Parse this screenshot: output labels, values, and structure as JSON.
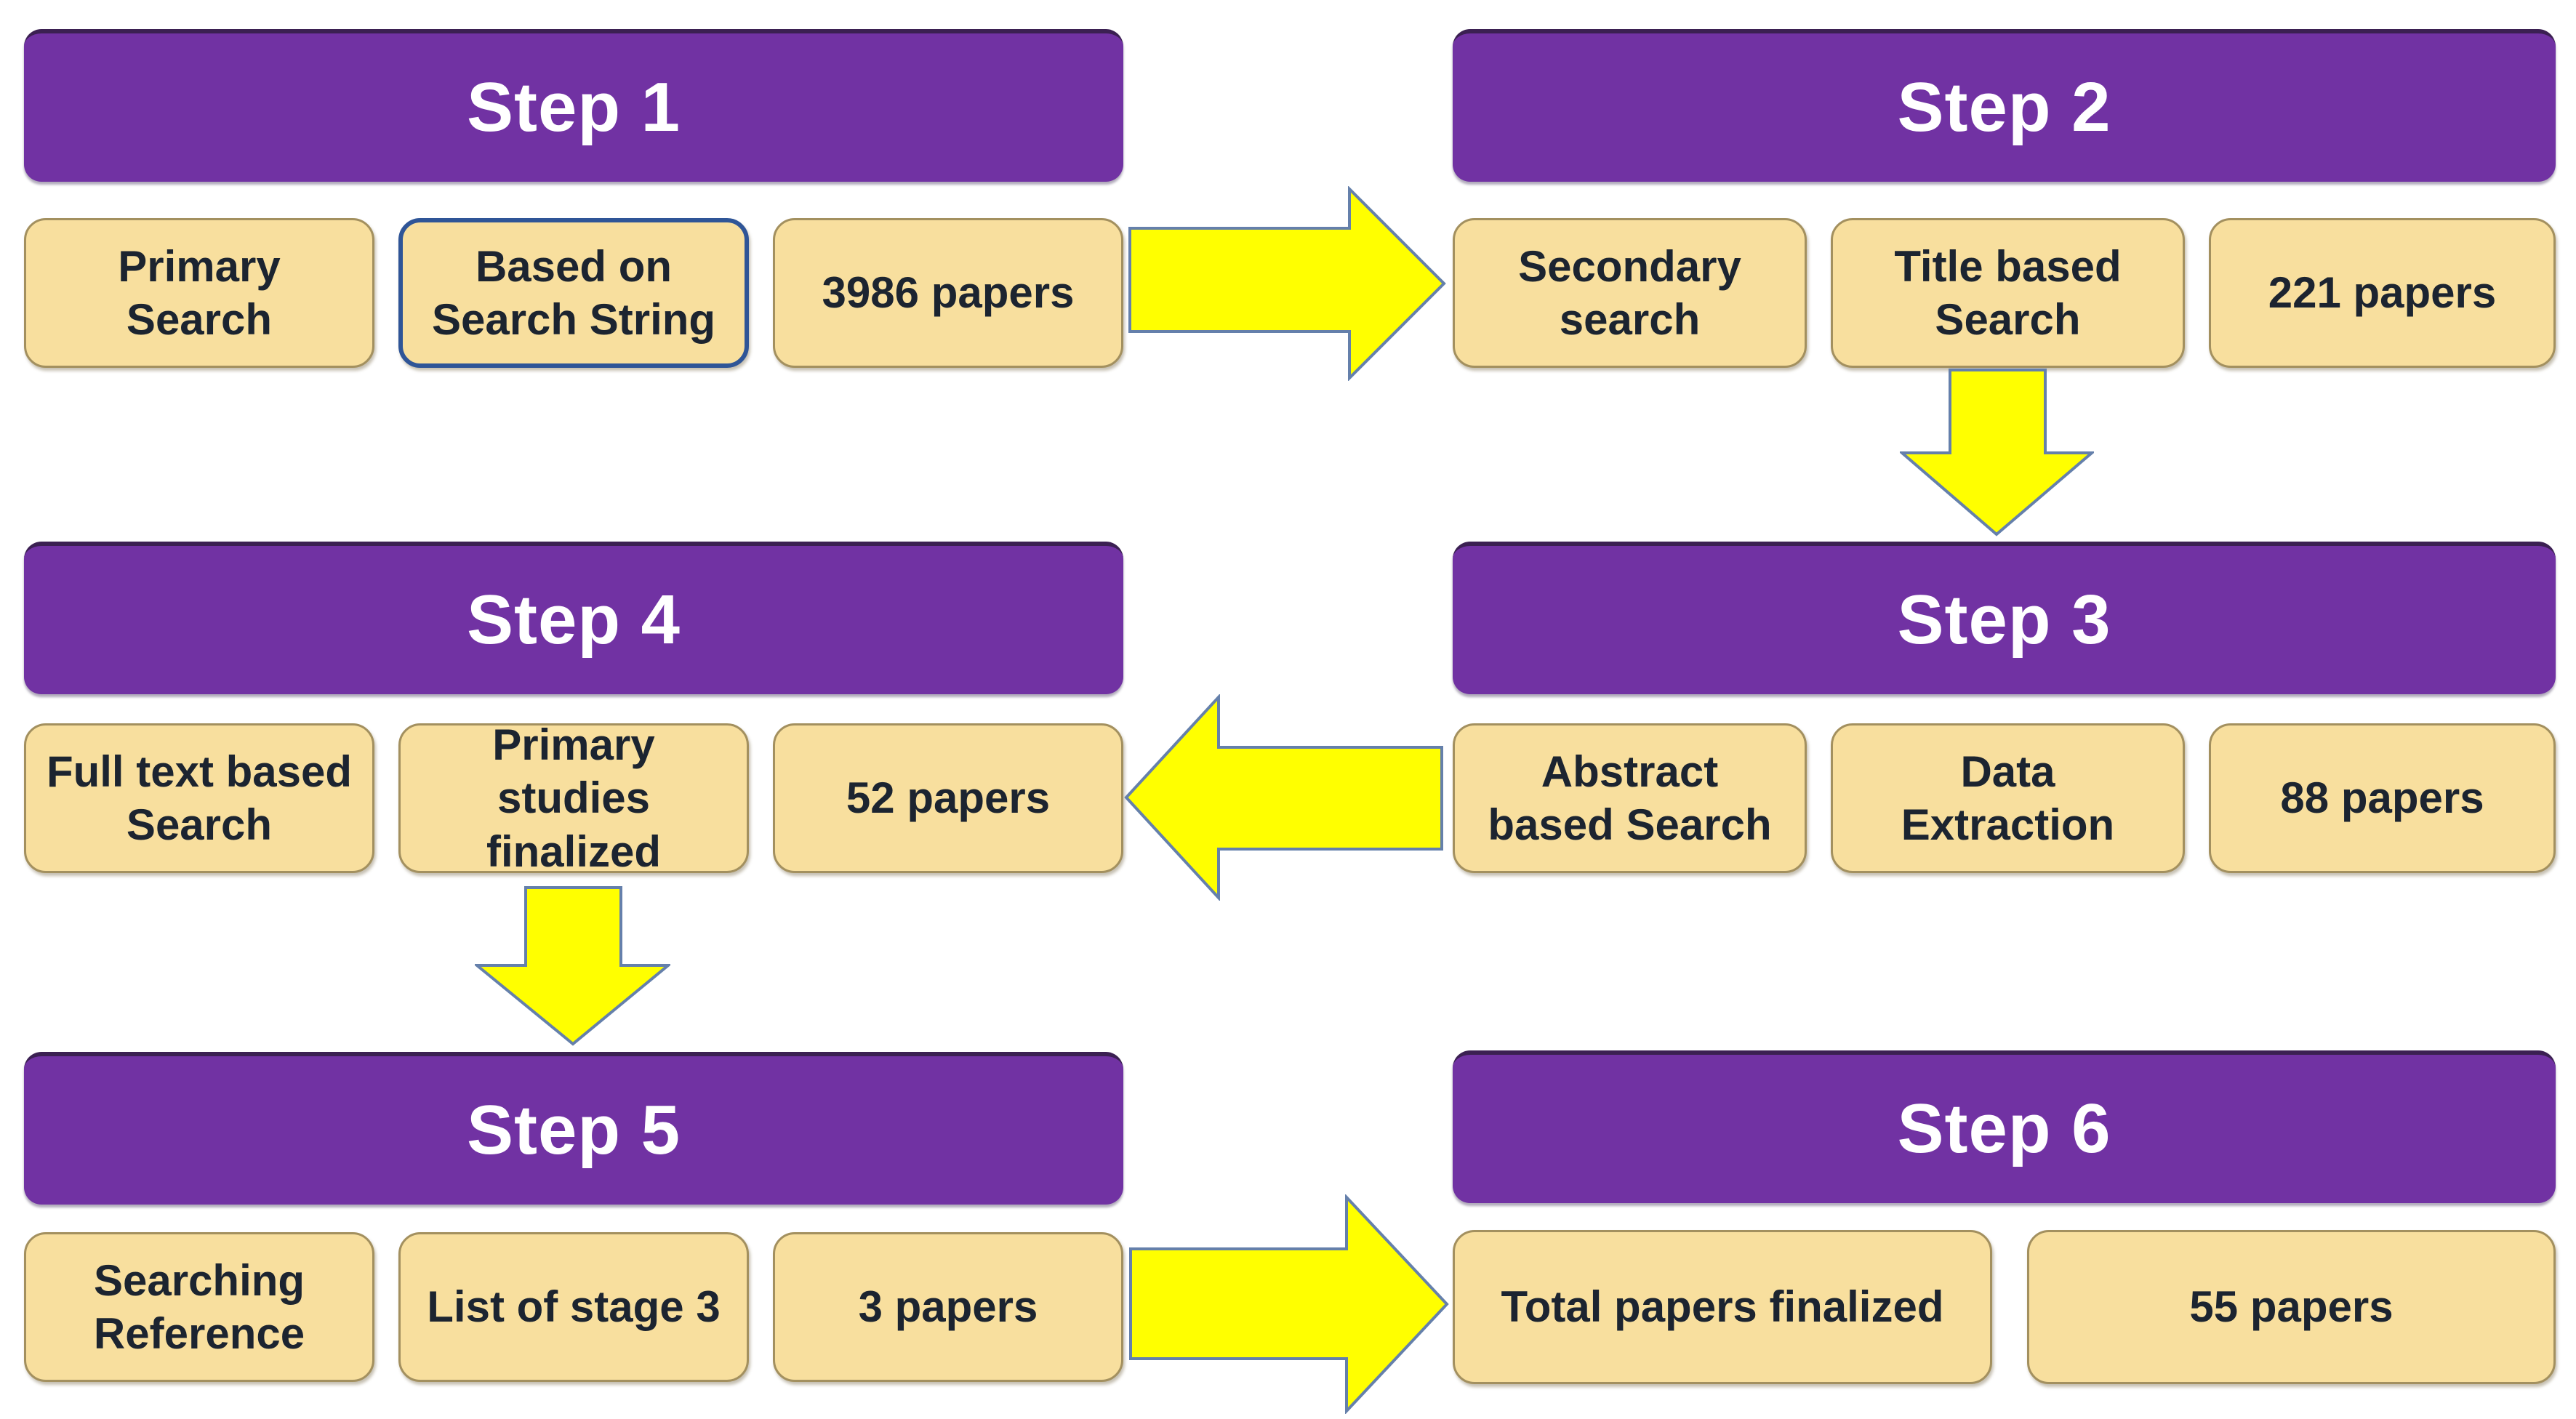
{
  "colors": {
    "step_header_bg": "#7132A3",
    "step_header_text": "#FFFFFF",
    "box_bg": "#F8DF9E",
    "box_border": "#A3905F",
    "box_text": "#1C2430",
    "highlight_border": "#2F5597",
    "arrow_fill": "#FFFF00",
    "arrow_outline": "#6580AB"
  },
  "steps": [
    {
      "title": "Step 1",
      "boxes": [
        {
          "label": "Primary\nSearch"
        },
        {
          "label": "Based on\nSearch String",
          "highlighted": true
        },
        {
          "label": "3986 papers"
        }
      ]
    },
    {
      "title": "Step 2",
      "boxes": [
        {
          "label": "Secondary\nsearch"
        },
        {
          "label": "Title based\nSearch"
        },
        {
          "label": "221 papers"
        }
      ]
    },
    {
      "title": "Step 3",
      "boxes": [
        {
          "label": "Abstract\nbased Search"
        },
        {
          "label": "Data\nExtraction"
        },
        {
          "label": "88 papers"
        }
      ]
    },
    {
      "title": "Step 4",
      "boxes": [
        {
          "label": "Full text based\nSearch"
        },
        {
          "label": "Primary studies\nfinalized"
        },
        {
          "label": "52 papers"
        }
      ]
    },
    {
      "title": "Step 5",
      "boxes": [
        {
          "label": "Searching\nReference"
        },
        {
          "label": "List of stage 3"
        },
        {
          "label": "3 papers"
        }
      ]
    },
    {
      "title": "Step 6",
      "boxes": [
        {
          "label": "Total papers finalized"
        },
        {
          "label": "55 papers"
        }
      ]
    }
  ],
  "arrows": [
    {
      "from": "Step 1",
      "to": "Step 2",
      "direction": "right"
    },
    {
      "from": "Step 2",
      "to": "Step 3",
      "direction": "down"
    },
    {
      "from": "Step 3",
      "to": "Step 4",
      "direction": "left"
    },
    {
      "from": "Step 4",
      "to": "Step 5",
      "direction": "down"
    },
    {
      "from": "Step 5",
      "to": "Step 6",
      "direction": "right"
    }
  ]
}
